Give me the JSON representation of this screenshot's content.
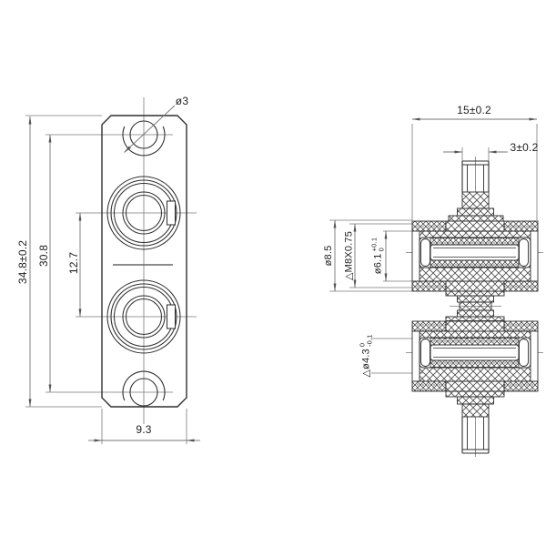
{
  "front_view": {
    "overall_height": "34.8±0.2",
    "mount_hole_spacing": "30.8",
    "port_spacing": "12.7",
    "width": "9.3",
    "mount_hole_dia": "ø3"
  },
  "side_view": {
    "overall_width": "15±0.2",
    "tube_width": "3±0.2",
    "body_outer_dia": "ø8.5",
    "thread_spec": "△M8X0.75",
    "bore_dia": {
      "value": "ø6.1",
      "tol_upper": "+0.1",
      "tol_lower": "0"
    },
    "ferrule_dia": {
      "value": "△ø4.3",
      "tol_upper": "0",
      "tol_lower": "-0.1"
    }
  },
  "colors": {
    "background": "#ffffff",
    "object_line": "#2f2f2f",
    "dim_line": "#757575"
  }
}
